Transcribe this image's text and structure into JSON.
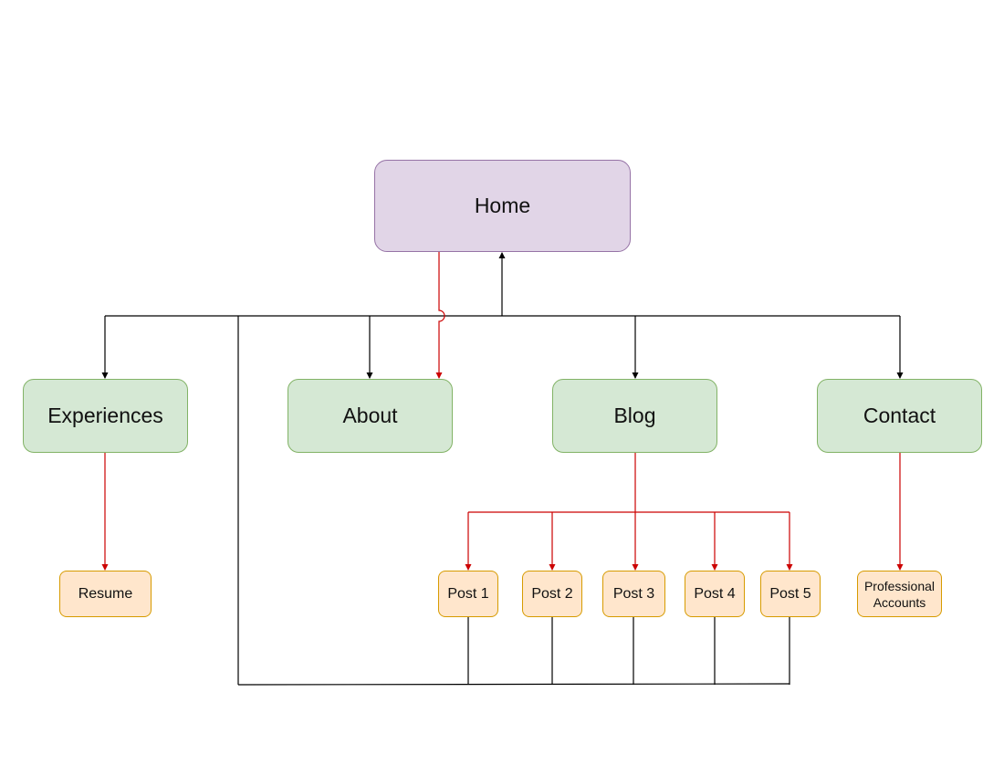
{
  "nodes": {
    "home": "Home",
    "experiences": "Experiences",
    "about": "About",
    "blog": "Blog",
    "contact": "Contact",
    "resume": "Resume",
    "post1": "Post 1",
    "post2": "Post 2",
    "post3": "Post 3",
    "post4": "Post 4",
    "post5": "Post 5",
    "professional_accounts": "Professional Accounts"
  },
  "colors": {
    "home_fill": "#e1d5e7",
    "home_border": "#9673a6",
    "main_fill": "#d5e8d4",
    "main_border": "#82b366",
    "sub_fill": "#ffe6cc",
    "sub_border": "#d79b00",
    "red_edge": "#cc0000",
    "black_edge": "#000000"
  }
}
